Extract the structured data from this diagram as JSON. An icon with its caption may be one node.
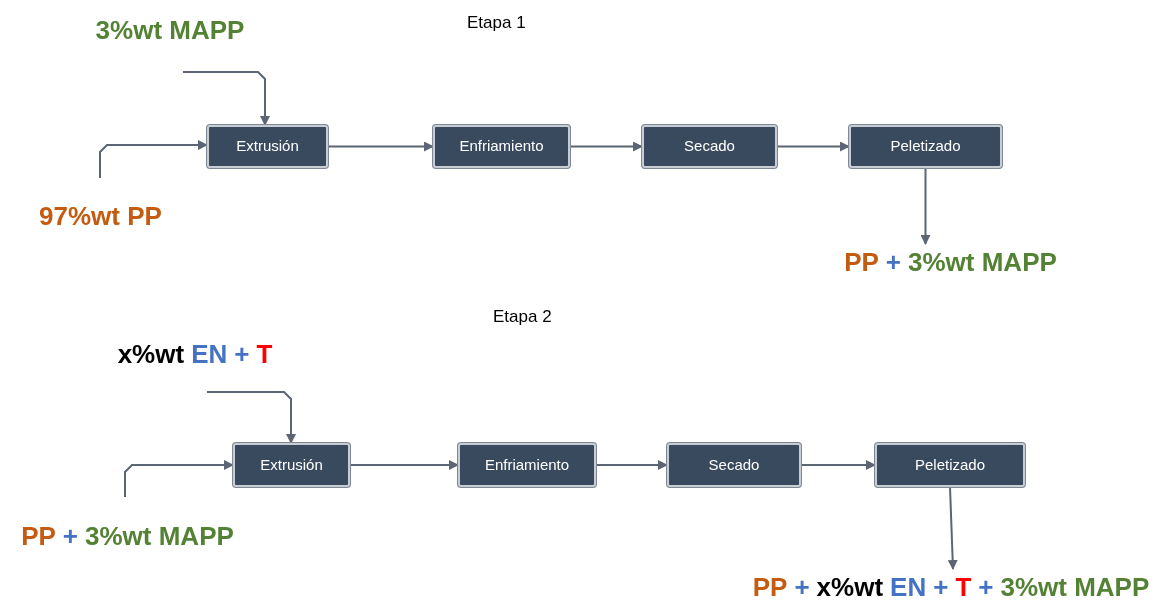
{
  "diagram": {
    "nodes": [
      {
        "text": [
          "3%wt MAPP"
        ]
      },
      {
        "text": [
          "97%wt PP"
        ]
      },
      {
        "text": [
          "Extrusión"
        ]
      },
      {
        "text": [
          "Enfriamiento"
        ]
      },
      {
        "text": [
          "Secado"
        ]
      },
      {
        "text": [
          "Peletizado"
        ]
      },
      {
        "text": [
          "PP",
          "+",
          "3%wt MAPP"
        ]
      },
      {
        "text": [
          "x%wt",
          "EN",
          "+",
          "T"
        ]
      },
      {
        "text": [
          "PP",
          "+",
          "3%wt MAPP"
        ]
      },
      {
        "text": [
          "Extrusión"
        ]
      },
      {
        "text": [
          "Enfriamiento"
        ]
      },
      {
        "text": [
          "Secado"
        ]
      },
      {
        "text": [
          "Peletizado"
        ]
      },
      {
        "text": [
          "PP",
          "+",
          "x%wt",
          "EN",
          "+",
          "T",
          "+",
          "3%wt MAPP"
        ]
      }
    ],
    "edges": [
      {
        "from": 0,
        "to": 2,
        "arrow": "to"
      },
      {
        "from": 1,
        "to": 2,
        "arrow": "to"
      },
      {
        "from": 2,
        "to": 3,
        "arrow": "to"
      },
      {
        "from": 3,
        "to": 4,
        "arrow": "to"
      },
      {
        "from": 4,
        "to": 5,
        "arrow": "to"
      },
      {
        "from": 5,
        "to": 6,
        "arrow": "to"
      },
      {
        "from": 7,
        "to": 9,
        "arrow": "to"
      },
      {
        "from": 8,
        "to": 9,
        "arrow": "to"
      },
      {
        "from": 9,
        "to": 10,
        "arrow": "to"
      },
      {
        "from": 10,
        "to": 11,
        "arrow": "to"
      },
      {
        "from": 11,
        "to": 12,
        "arrow": "to"
      },
      {
        "from": 12,
        "to": 13,
        "arrow": "to"
      }
    ],
    "labels": [
      "Etapa 1",
      "Etapa 2"
    ]
  }
}
